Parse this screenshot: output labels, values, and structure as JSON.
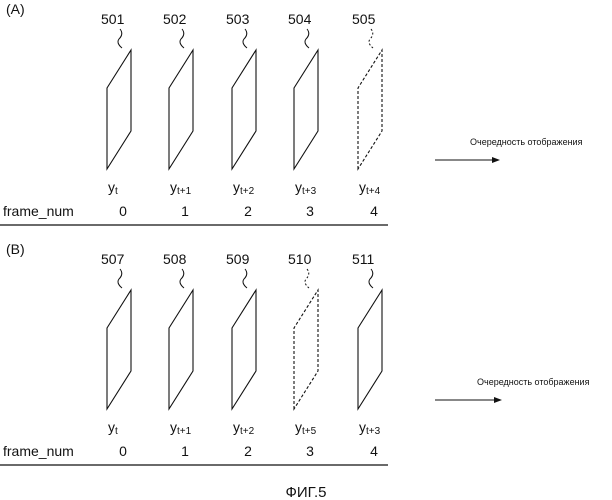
{
  "panels": [
    {
      "label": "(A)",
      "frames": [
        {
          "ref": "501",
          "sym": "y",
          "sub": "t",
          "num": "0",
          "dashed": false
        },
        {
          "ref": "502",
          "sym": "y",
          "sub": "t+1",
          "num": "1",
          "dashed": false
        },
        {
          "ref": "503",
          "sym": "y",
          "sub": "t+2",
          "num": "2",
          "dashed": false
        },
        {
          "ref": "504",
          "sym": "y",
          "sub": "t+3",
          "num": "3",
          "dashed": false
        },
        {
          "ref": "505",
          "sym": "y",
          "sub": "t+4",
          "num": "4",
          "dashed": true
        }
      ],
      "row_label": "frame_num",
      "arrow_label": "Очередность отображения"
    },
    {
      "label": "(B)",
      "frames": [
        {
          "ref": "507",
          "sym": "y",
          "sub": "t",
          "num": "0",
          "dashed": false
        },
        {
          "ref": "508",
          "sym": "y",
          "sub": "t+1",
          "num": "1",
          "dashed": false
        },
        {
          "ref": "509",
          "sym": "y",
          "sub": "t+2",
          "num": "2",
          "dashed": false
        },
        {
          "ref": "510",
          "sym": "y",
          "sub": "t+5",
          "num": "3",
          "dashed": true
        },
        {
          "ref": "511",
          "sym": "y",
          "sub": "t+3",
          "num": "4",
          "dashed": false
        }
      ],
      "row_label": "frame_num",
      "arrow_label": "Очередность отображения"
    }
  ],
  "caption": "ФИГ.5"
}
